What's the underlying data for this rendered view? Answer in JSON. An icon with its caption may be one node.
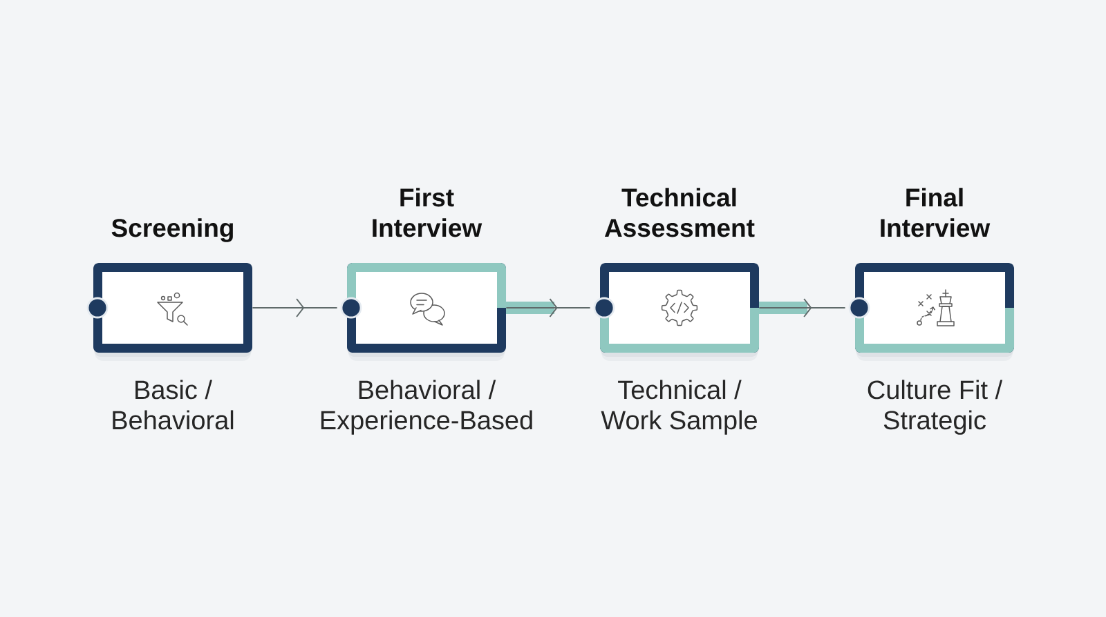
{
  "diagram": {
    "nodes": [
      {
        "text": [
          "Screening"
        ],
        "beside": [
          "Basic / Behavioral"
        ]
      },
      {
        "text": [
          "First Interview"
        ],
        "beside": [
          "Behavioral / Experience-Based"
        ]
      },
      {
        "text": [
          "Technical Assessment"
        ],
        "beside": [
          "Technical / Work Sample"
        ]
      },
      {
        "text": [
          "Final Interview"
        ],
        "beside": [
          "Culture Fit / Strategic"
        ]
      }
    ],
    "edges": [
      {
        "from": 0,
        "to": 1,
        "arrow": "to"
      },
      {
        "from": 1,
        "to": 2,
        "arrow": "to"
      },
      {
        "from": 2,
        "to": 3,
        "arrow": "to"
      }
    ]
  }
}
